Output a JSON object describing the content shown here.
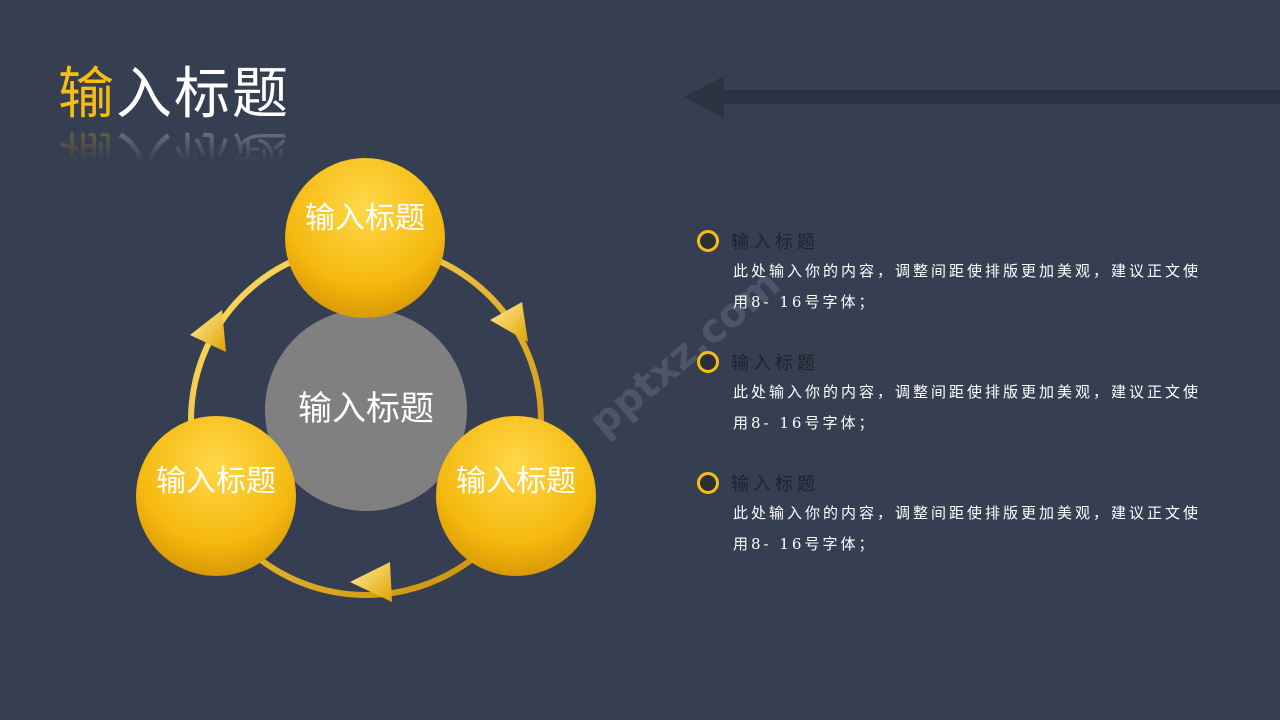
{
  "page": {
    "title_first_char": "输",
    "title_rest": "入标题"
  },
  "diagram": {
    "top_circle": "输入标题",
    "left_circle": "输入标题",
    "right_circle": "输入标题",
    "center_circle": "输入标题"
  },
  "items": [
    {
      "title": "输入标题",
      "body": "此处输入你的内容，调整间距使排版更加美观，建议正文使用8- 16号字体；"
    },
    {
      "title": "输入标题",
      "body": "此处输入你的内容，调整间距使排版更加美观，建议正文使用8- 16号字体；"
    },
    {
      "title": "输入标题",
      "body": "此处输入你的内容，调整间距使排版更加美观，建议正文使用8- 16号字体；"
    }
  ],
  "watermark": "pptxz.com",
  "colors": {
    "background": "#353f51",
    "accent": "#f7bd12",
    "center_gray": "#808080"
  }
}
